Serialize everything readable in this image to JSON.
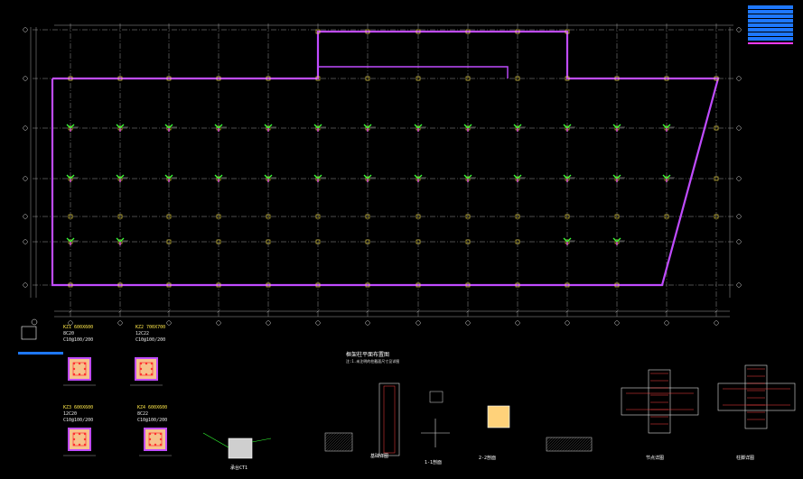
{
  "drawing": {
    "plan_title": "框架柱平面布置图",
    "plan_note": "注:1.未注明的柱截面尺寸见详图"
  },
  "column_tags": [
    "KZ1",
    "KZ2",
    "KZ3"
  ],
  "sections": [
    {
      "lines": [
        "KZ1  600X600",
        "8C20",
        "C10@100/200"
      ]
    },
    {
      "lines": [
        "KZ2  700X700",
        "12C22",
        "C10@100/200"
      ]
    },
    {
      "lines": [
        "KZ3  600X600",
        "12C20",
        "C10@100/200"
      ]
    },
    {
      "lines": [
        "KZ4  600X600",
        "8C22",
        "C10@100/200"
      ]
    }
  ],
  "footing_labels": [
    "承台CT1",
    "基础详图",
    "1-1剖面",
    "2-2剖面",
    "节点详图",
    "柱脚详图"
  ],
  "colors": {
    "wall": "#c04cff",
    "grid": "#d9d9d9",
    "column": "#ffe84a",
    "tag": "#39ff39",
    "legend": "#1e78ff"
  }
}
